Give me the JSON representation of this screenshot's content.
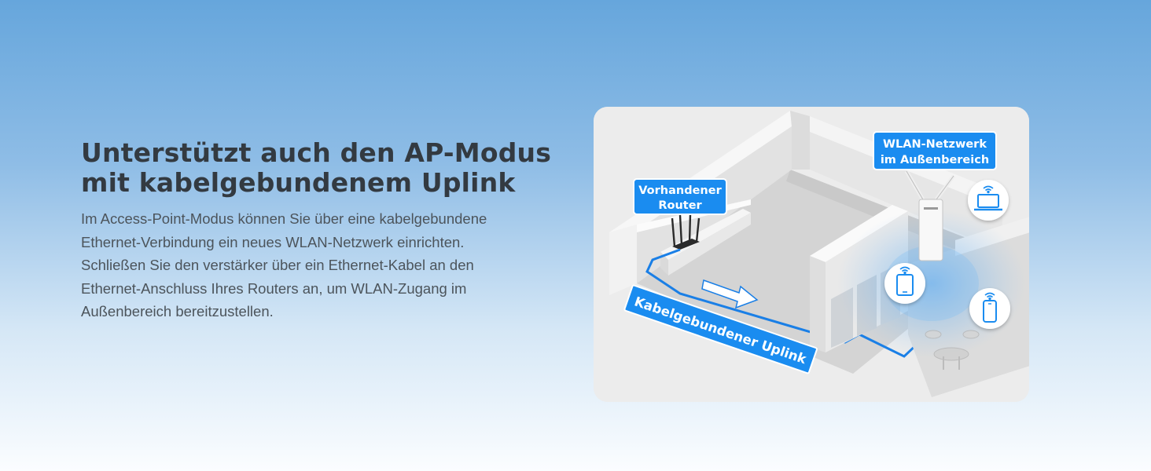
{
  "headline": {
    "line1": "Unterstützt auch den AP-Modus",
    "line2": "mit kabelgebundenem Uplink"
  },
  "body": {
    "line1": "Im Access-Point-Modus können Sie über eine kabelgebundene",
    "line2": "Ethernet-Verbindung ein neues WLAN-Netzwerk einrichten.",
    "line3": "Schließen Sie den verstärker über ein Ethernet-Kabel an den",
    "line4": "Ethernet-Anschluss Ihres Routers an, um WLAN-Zugang im",
    "line5": "Außenbereich bereitzustellen."
  },
  "diagram": {
    "router_label_line1": "Vorhandener",
    "router_label_line2": "Router",
    "wlan_label_line1": "WLAN-Netzwerk",
    "wlan_label_line2": "im Außenbereich",
    "uplink_label": "Kabelgebundener Uplink",
    "icons": [
      "router-icon",
      "outdoor-access-point-icon",
      "laptop-icon",
      "tablet-icon",
      "smartphone-icon",
      "wifi-icon"
    ],
    "colors": {
      "accent": "#1e90f0",
      "label_bg": "#1a8cf0",
      "cable": "#1a7fe6"
    }
  }
}
